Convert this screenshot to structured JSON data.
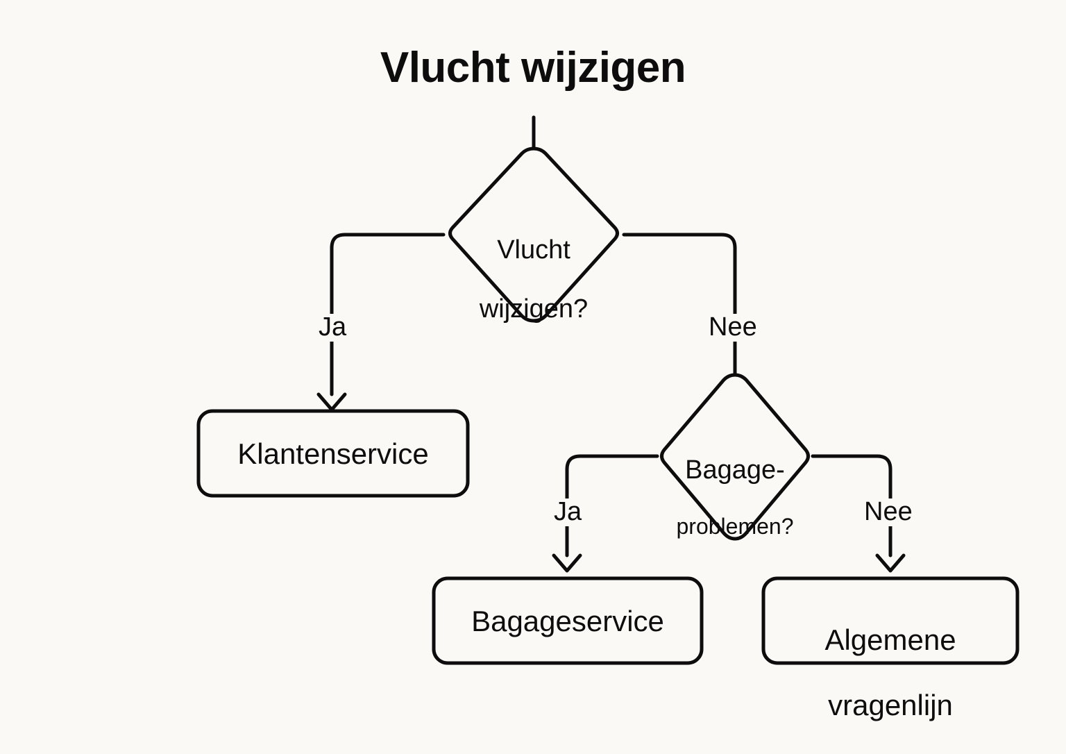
{
  "diagram": {
    "title": "Vlucht wijzigen",
    "type": "flowchart",
    "background_color": "#faf9f5",
    "stroke_color": "#0d0d0d",
    "text_color": "#0d0d0d"
  },
  "nodes": [
    {
      "id": "decision-vlucht-wijzigen",
      "shape": "diamond",
      "label": "Vlucht\nwijzigen?",
      "line1": "Vlucht",
      "line2": "wijzigen?"
    },
    {
      "id": "process-klantenservice",
      "shape": "rounded-rect",
      "label": "Klantenservice"
    },
    {
      "id": "decision-bagage-problemen",
      "shape": "diamond",
      "label": "Bagage-\nproblemen?",
      "line1": "Bagage-",
      "line2": "problemen?"
    },
    {
      "id": "process-bagageservice",
      "shape": "rounded-rect",
      "label": "Bagageservice"
    },
    {
      "id": "process-algemene-vragenlijn",
      "shape": "rounded-rect",
      "label": "Algemene\nvragenlijn",
      "line1": "Algemene",
      "line2": "vragenlijn"
    }
  ],
  "edges": [
    {
      "id": "edge-vlucht-ja",
      "from": "decision-vlucht-wijzigen",
      "to": "process-klantenservice",
      "label": "Ja",
      "arrow": true
    },
    {
      "id": "edge-vlucht-nee",
      "from": "decision-vlucht-wijzigen",
      "to": "decision-bagage-problemen",
      "label": "Nee",
      "arrow": false
    },
    {
      "id": "edge-bagage-ja",
      "from": "decision-bagage-problemen",
      "to": "process-bagageservice",
      "label": "Ja",
      "arrow": true
    },
    {
      "id": "edge-bagage-nee",
      "from": "decision-bagage-problemen",
      "to": "process-algemene-vragenlijn",
      "label": "Nee",
      "arrow": true
    }
  ]
}
